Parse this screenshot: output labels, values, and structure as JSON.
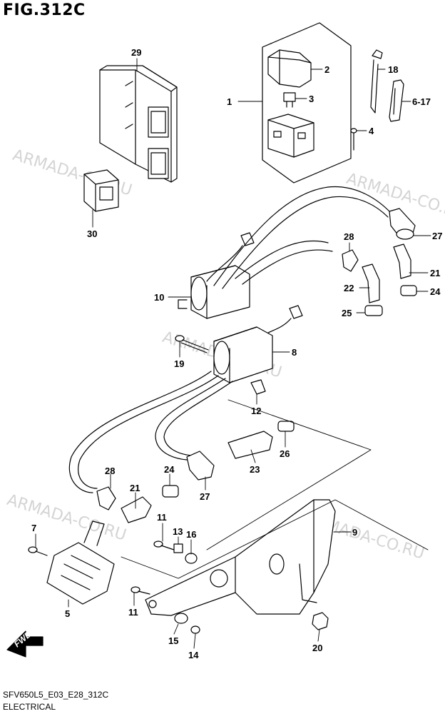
{
  "header": {
    "title": "FIG.312C"
  },
  "footer": {
    "code": "SFV650L5_E03_E28_312C",
    "name": "ELECTRICAL"
  },
  "watermark": {
    "text": "ARMADA-CO.RU"
  },
  "fwd_label": "FWD",
  "callouts": [
    "29",
    "2",
    "18",
    "1",
    "3",
    "6-17",
    "4",
    "30",
    "27",
    "28",
    "21",
    "10",
    "22",
    "24",
    "25",
    "8",
    "19",
    "12",
    "26",
    "28",
    "21",
    "24",
    "23",
    "27",
    "9",
    "7",
    "11",
    "13",
    "16",
    "5",
    "11",
    "15",
    "14",
    "20"
  ]
}
